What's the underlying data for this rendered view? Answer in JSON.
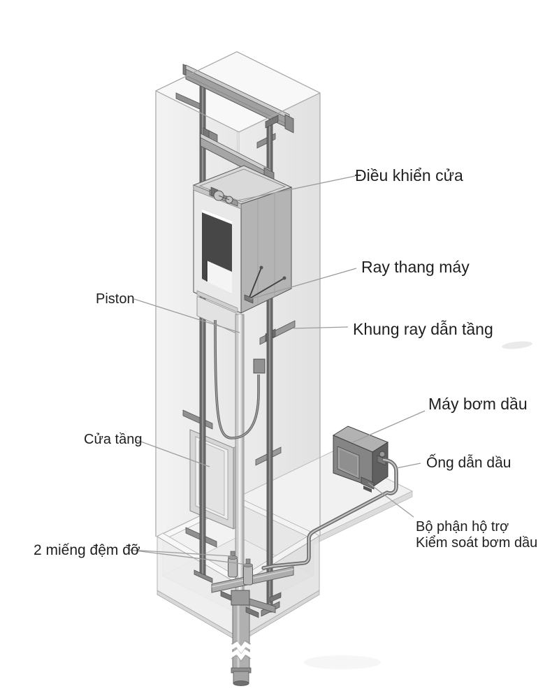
{
  "diagram": {
    "type": "technical-illustration",
    "subject": "hydraulic-elevator-cutaway",
    "labels": {
      "door_control": {
        "text": "Điều khiển cửa"
      },
      "elevator_rail": {
        "text": "Ray thang máy"
      },
      "floor_guide": {
        "text": "Khung ray dẫn tầng"
      },
      "oil_pump": {
        "text": "Máy bơm dầu"
      },
      "oil_pipe": {
        "text": "Ống dẫn dầu"
      },
      "pump_support_1": {
        "text": "Bộ phận hộ trợ"
      },
      "pump_support_2": {
        "text": "Kiểm soát bơm dầu"
      },
      "piston": {
        "text": "Piston"
      },
      "landing_door": {
        "text": "Cửa tầng"
      },
      "buffers": {
        "text": "2 miếng đệm đỡ"
      }
    },
    "colors": {
      "background": "#ffffff",
      "text": "#1f1f1f",
      "leader_line": "#9c9c9c",
      "shaft_wall": "#eeeeee",
      "metal_dark": "#5a5a5a",
      "metal_mid": "#a0a0a0",
      "metal_light": "#d9d9d9",
      "pump_body": "#858585",
      "car_side": "#b4b4b4",
      "car_opening": "#474747"
    }
  }
}
